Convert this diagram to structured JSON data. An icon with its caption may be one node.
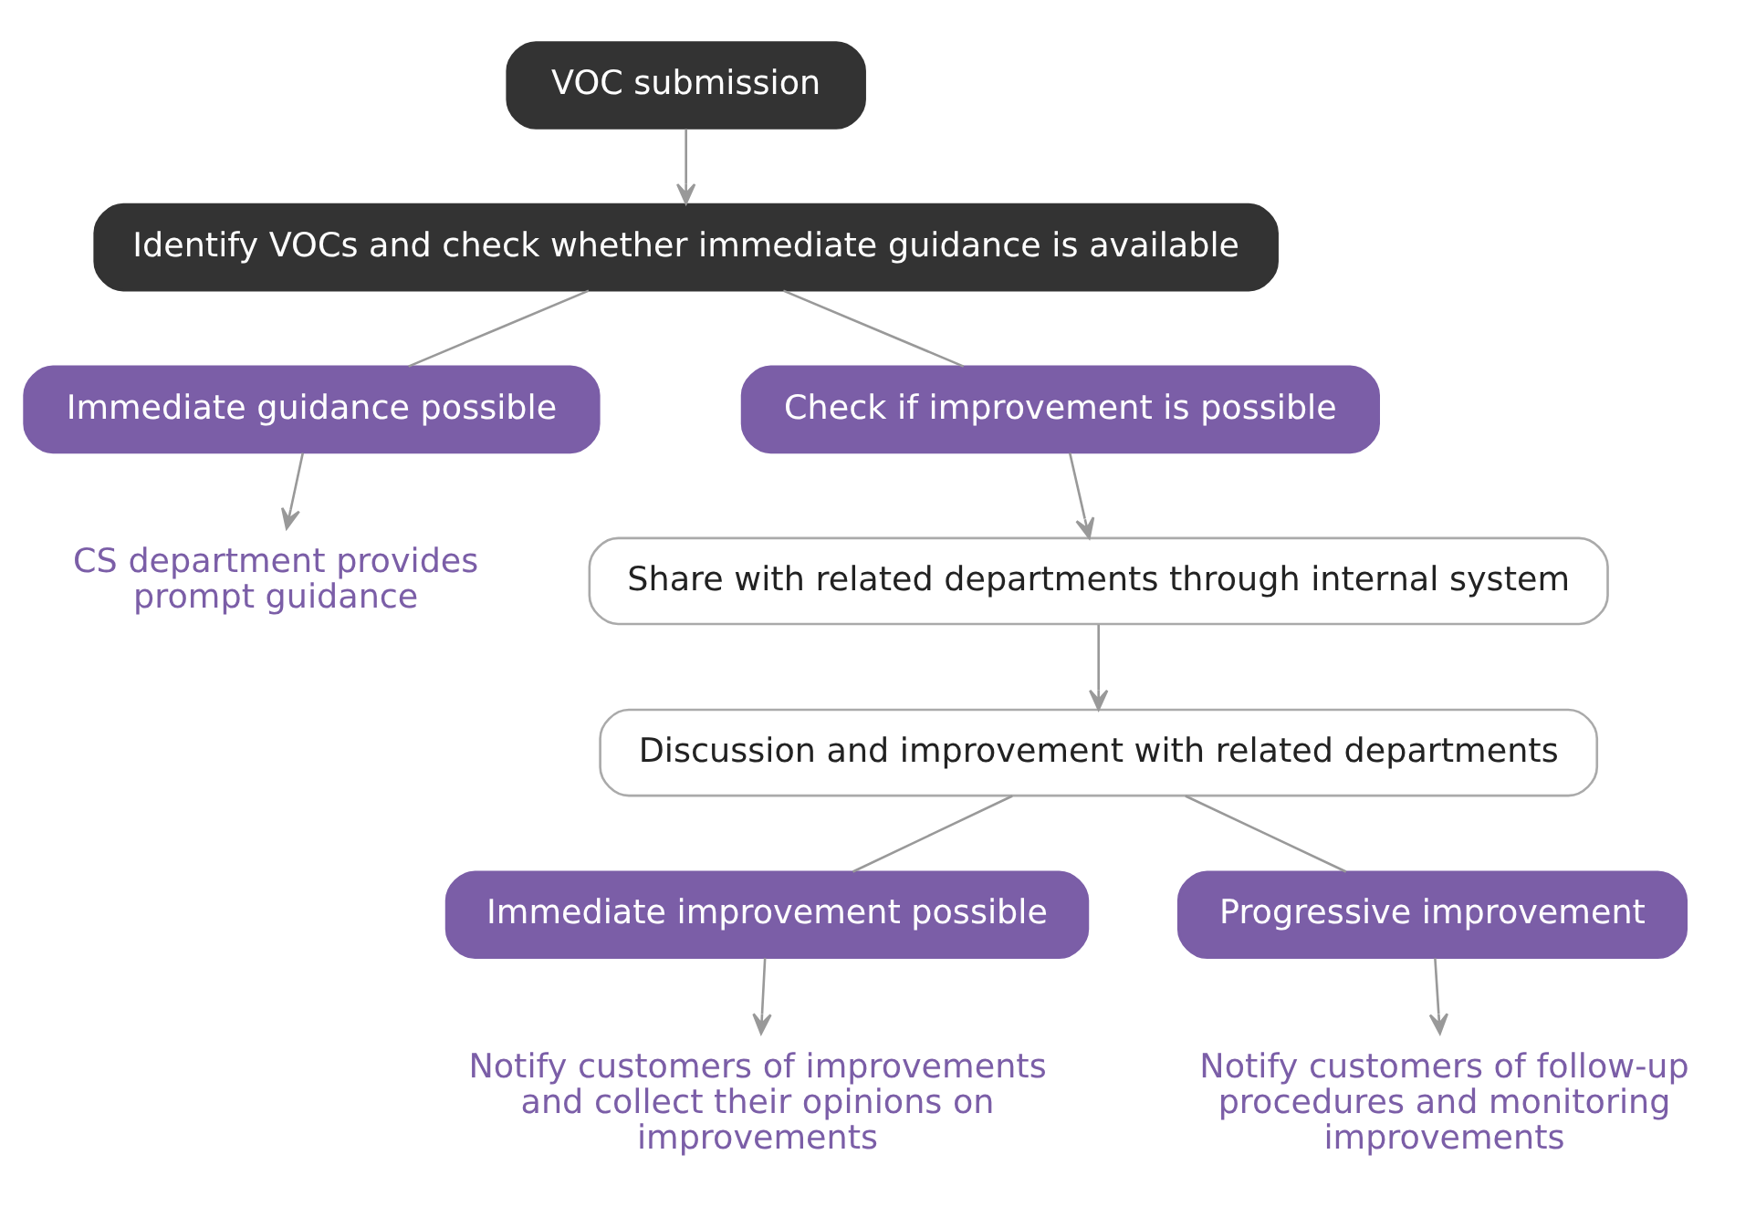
{
  "diagram": {
    "nodes": [
      {
        "text": [
          "VOC submission"
        ]
      },
      {
        "text": [
          "Identify VOCs and check whether immediate guidance is available"
        ]
      },
      {
        "text": [
          "Immediate guidance possible"
        ]
      },
      {
        "text": [
          "Check if improvement is possible"
        ]
      },
      {
        "text": [
          "CS department provides prompt guidance"
        ]
      },
      {
        "text": [
          "Share with related departments through internal system"
        ]
      },
      {
        "text": [
          "Discussion and improvement with related departments"
        ]
      },
      {
        "text": [
          "Immediate improvement possible"
        ]
      },
      {
        "text": [
          "Progressive improvement"
        ]
      },
      {
        "text": [
          "Notify customers of improvements and collect their opinions on improvements"
        ]
      },
      {
        "text": [
          "Notify customers of follow-up procedures and monitoring improvements"
        ]
      }
    ],
    "edges": [
      {
        "from": 0,
        "to": 1,
        "arrow": "to"
      },
      {
        "from": 1,
        "to": 2,
        "arrow": "none"
      },
      {
        "from": 1,
        "to": 3,
        "arrow": "none"
      },
      {
        "from": 2,
        "to": 4,
        "arrow": "to"
      },
      {
        "from": 3,
        "to": 5,
        "arrow": "to"
      },
      {
        "from": 5,
        "to": 6,
        "arrow": "to"
      },
      {
        "from": 6,
        "to": 7,
        "arrow": "none"
      },
      {
        "from": 6,
        "to": 8,
        "arrow": "none"
      },
      {
        "from": 7,
        "to": 9,
        "arrow": "to"
      },
      {
        "from": 8,
        "to": 10,
        "arrow": "to"
      }
    ]
  }
}
